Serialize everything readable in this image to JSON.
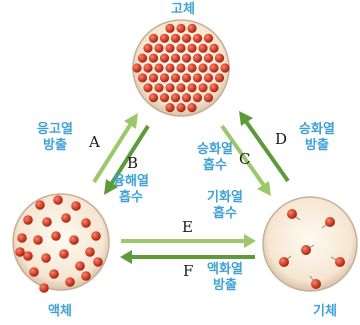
{
  "colors": {
    "label": "#3fa1d6",
    "arrow_forward": "#9bc86a",
    "arrow_reverse": "#5c9a3a",
    "particle": "#d8412b",
    "sphere_fill": "#f8ead8",
    "sphere_edge": "#c8b098"
  },
  "states": {
    "solid": "고체",
    "liquid": "액체",
    "gas": "기체"
  },
  "processes": {
    "A": {
      "letter": "A",
      "line1": "응고열",
      "line2": "방출"
    },
    "B": {
      "letter": "B",
      "line1": "융해열",
      "line2": "흡수"
    },
    "C": {
      "letter": "C",
      "line1": "승화열",
      "line2": "흡수"
    },
    "D": {
      "letter": "D",
      "line1": "승화열",
      "line2": "방출"
    },
    "E": {
      "letter": "E",
      "line1": "기화열",
      "line2": "흡수"
    },
    "F": {
      "letter": "F",
      "line1": "액화열",
      "line2": "방출"
    }
  }
}
